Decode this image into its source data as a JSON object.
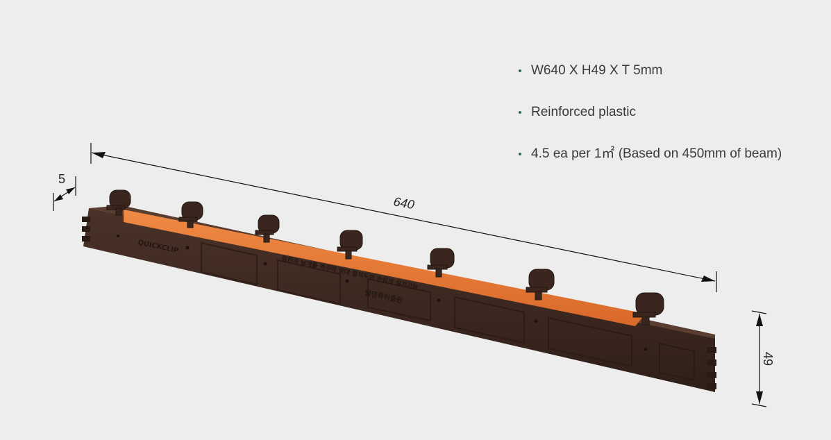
{
  "specs": [
    {
      "text": "W640 X H49 X T 5mm"
    },
    {
      "text": "Reinforced plastic"
    },
    {
      "text": "4.5 ea per 1㎡ (Based on 450mm of beam)"
    }
  ],
  "dimensions": {
    "length": "640",
    "thickness": "5",
    "height": "49"
  },
  "product": {
    "logo_text": "QUICKCLIP",
    "stamp_lines": [
      "철판과 날개를 벽주에 맞대 펼쳐두면 손쉽게 설치가능",
      "발명특허출원"
    ],
    "colors": {
      "body": "#3f2a22",
      "strip": "#ea7a33",
      "accent": "#2f6a5a"
    }
  }
}
